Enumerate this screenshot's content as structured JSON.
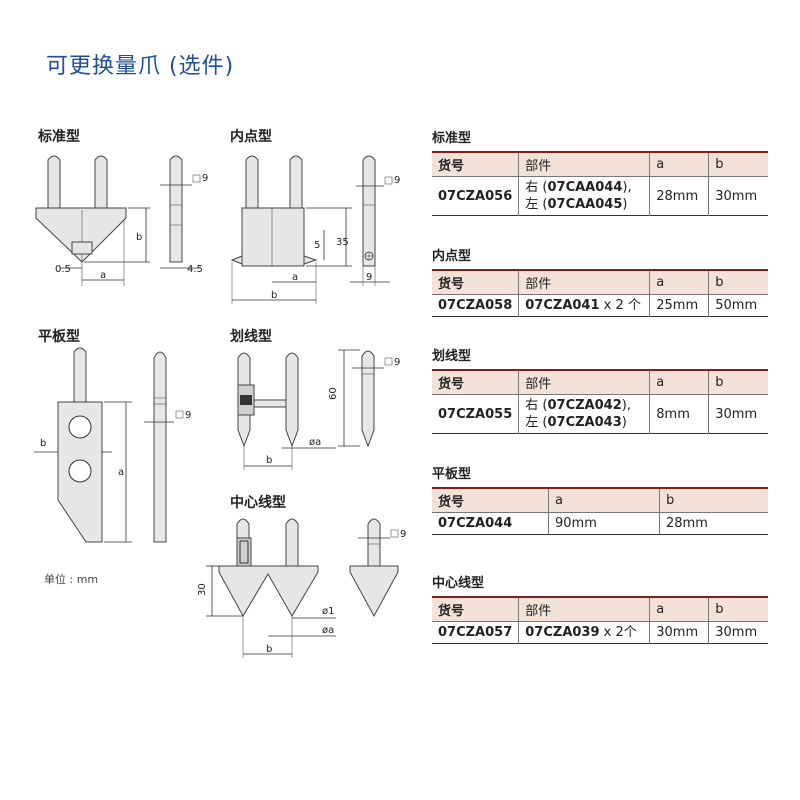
{
  "title": "可更换量爪 (选件)",
  "unit_label": "单位 : mm",
  "drawings": {
    "standard": {
      "label": "标准型",
      "d_a": "a",
      "d_b": "b",
      "d_05": "0.5",
      "d_9": "9",
      "d_45": "4.5"
    },
    "inner_point": {
      "label": "内点型",
      "d_a": "a",
      "d_b": "b",
      "d_5": "5",
      "d_35": "35",
      "d_9a": "9",
      "d_9b": "9"
    },
    "flat": {
      "label": "平板型",
      "d_a": "a",
      "d_b": "b",
      "d_9": "9"
    },
    "scribe": {
      "label": "划线型",
      "d_b": "b",
      "d_oa": "øa",
      "d_60": "60",
      "d_9": "9"
    },
    "center": {
      "label": "中心线型",
      "d_30": "30",
      "d_o1": "ø1",
      "d_oa": "øa",
      "d_b": "b",
      "d_9": "9"
    }
  },
  "tables": [
    {
      "caption": "标准型",
      "headers": [
        "货号",
        "部件",
        "a",
        "b"
      ],
      "rows": [
        {
          "code": "07CZA056",
          "p1_pre": "右 (",
          "p1_code": "07CAA044",
          "p1_post": "),",
          "p2_pre": "左 (",
          "p2_code": "07CAA045",
          "p2_post": ")",
          "a": "28mm",
          "b": "30mm"
        }
      ]
    },
    {
      "caption": "内点型",
      "headers": [
        "货号",
        "部件",
        "a",
        "b"
      ],
      "rows": [
        {
          "code": "07CZA058",
          "part_code": "07CZA041",
          "part_qty": " x 2 个",
          "a": "25mm",
          "b": "50mm"
        }
      ]
    },
    {
      "caption": "划线型",
      "headers": [
        "货号",
        "部件",
        "a",
        "b"
      ],
      "rows": [
        {
          "code": "07CZA055",
          "p1_pre": "右 (",
          "p1_code": "07CZA042",
          "p1_post": "),",
          "p2_pre": "左 (",
          "p2_code": "07CZA043",
          "p2_post": ")",
          "a": "8mm",
          "b": "30mm"
        }
      ]
    },
    {
      "caption": "平板型",
      "headers": [
        "货号",
        "a",
        "b"
      ],
      "rows": [
        {
          "code": "07CZA044",
          "a": "90mm",
          "b": "28mm"
        }
      ]
    },
    {
      "caption": "中心线型",
      "headers": [
        "货号",
        "部件",
        "a",
        "b"
      ],
      "rows": [
        {
          "code": "07CZA057",
          "part_code": "07CZA039",
          "part_qty": " x 2个",
          "a": "30mm",
          "b": "30mm"
        }
      ]
    }
  ]
}
